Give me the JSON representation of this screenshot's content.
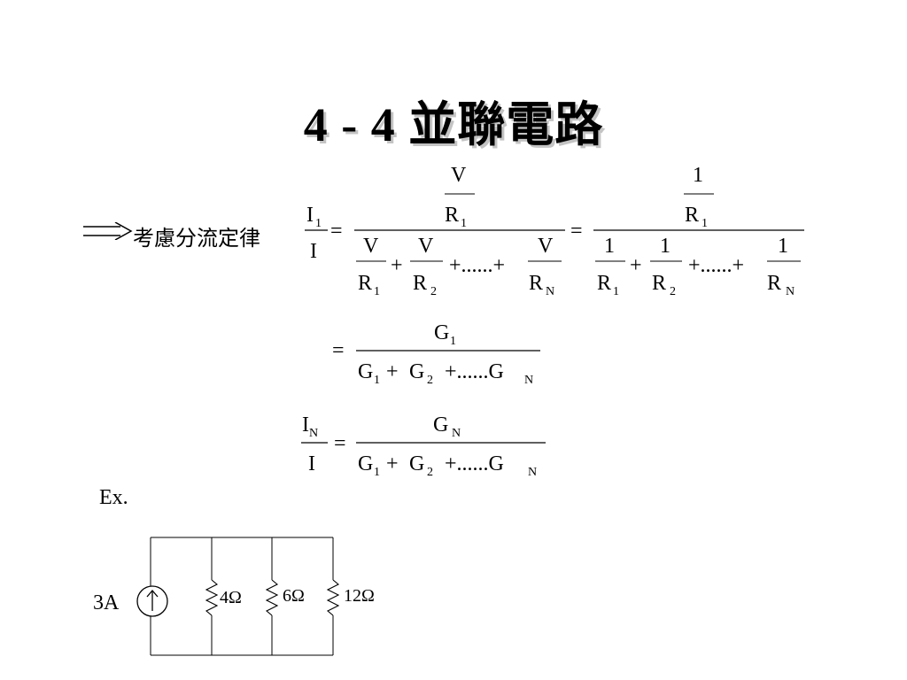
{
  "slide": {
    "title": "4 - 4  並聯電路",
    "rule_label": "考慮分流定律",
    "example_label": "Ex."
  },
  "circuit": {
    "source": "3A",
    "resistors": [
      "4Ω",
      "6Ω",
      "12Ω"
    ]
  }
}
